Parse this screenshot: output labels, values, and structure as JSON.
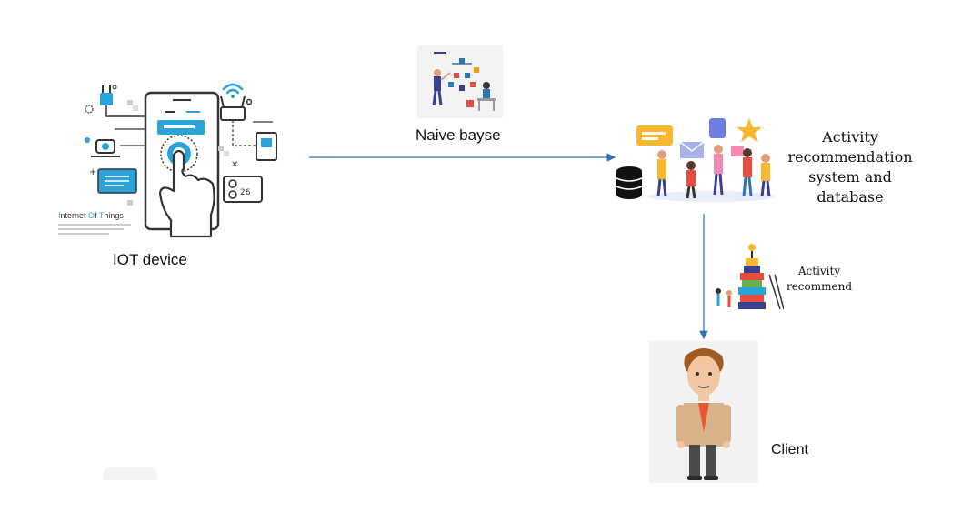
{
  "nodes": {
    "iot": {
      "label": "IOT device",
      "title_words": [
        "nternet ",
        "f ",
        "hings"
      ],
      "title_initials": [
        "I",
        "O",
        "T"
      ]
    },
    "naive": {
      "label": "Naive bayse"
    },
    "system": {
      "label_lines": [
        "Activity",
        "recommendation",
        "system and database"
      ]
    },
    "recommend": {
      "label_lines": [
        "Activity",
        "recommend"
      ]
    },
    "client": {
      "label": "Client"
    },
    "iot_screen_value": "26"
  },
  "colors": {
    "arrow": "#2e74b5",
    "accent_blue": "#2aa3d9",
    "line_dark": "#333333"
  }
}
